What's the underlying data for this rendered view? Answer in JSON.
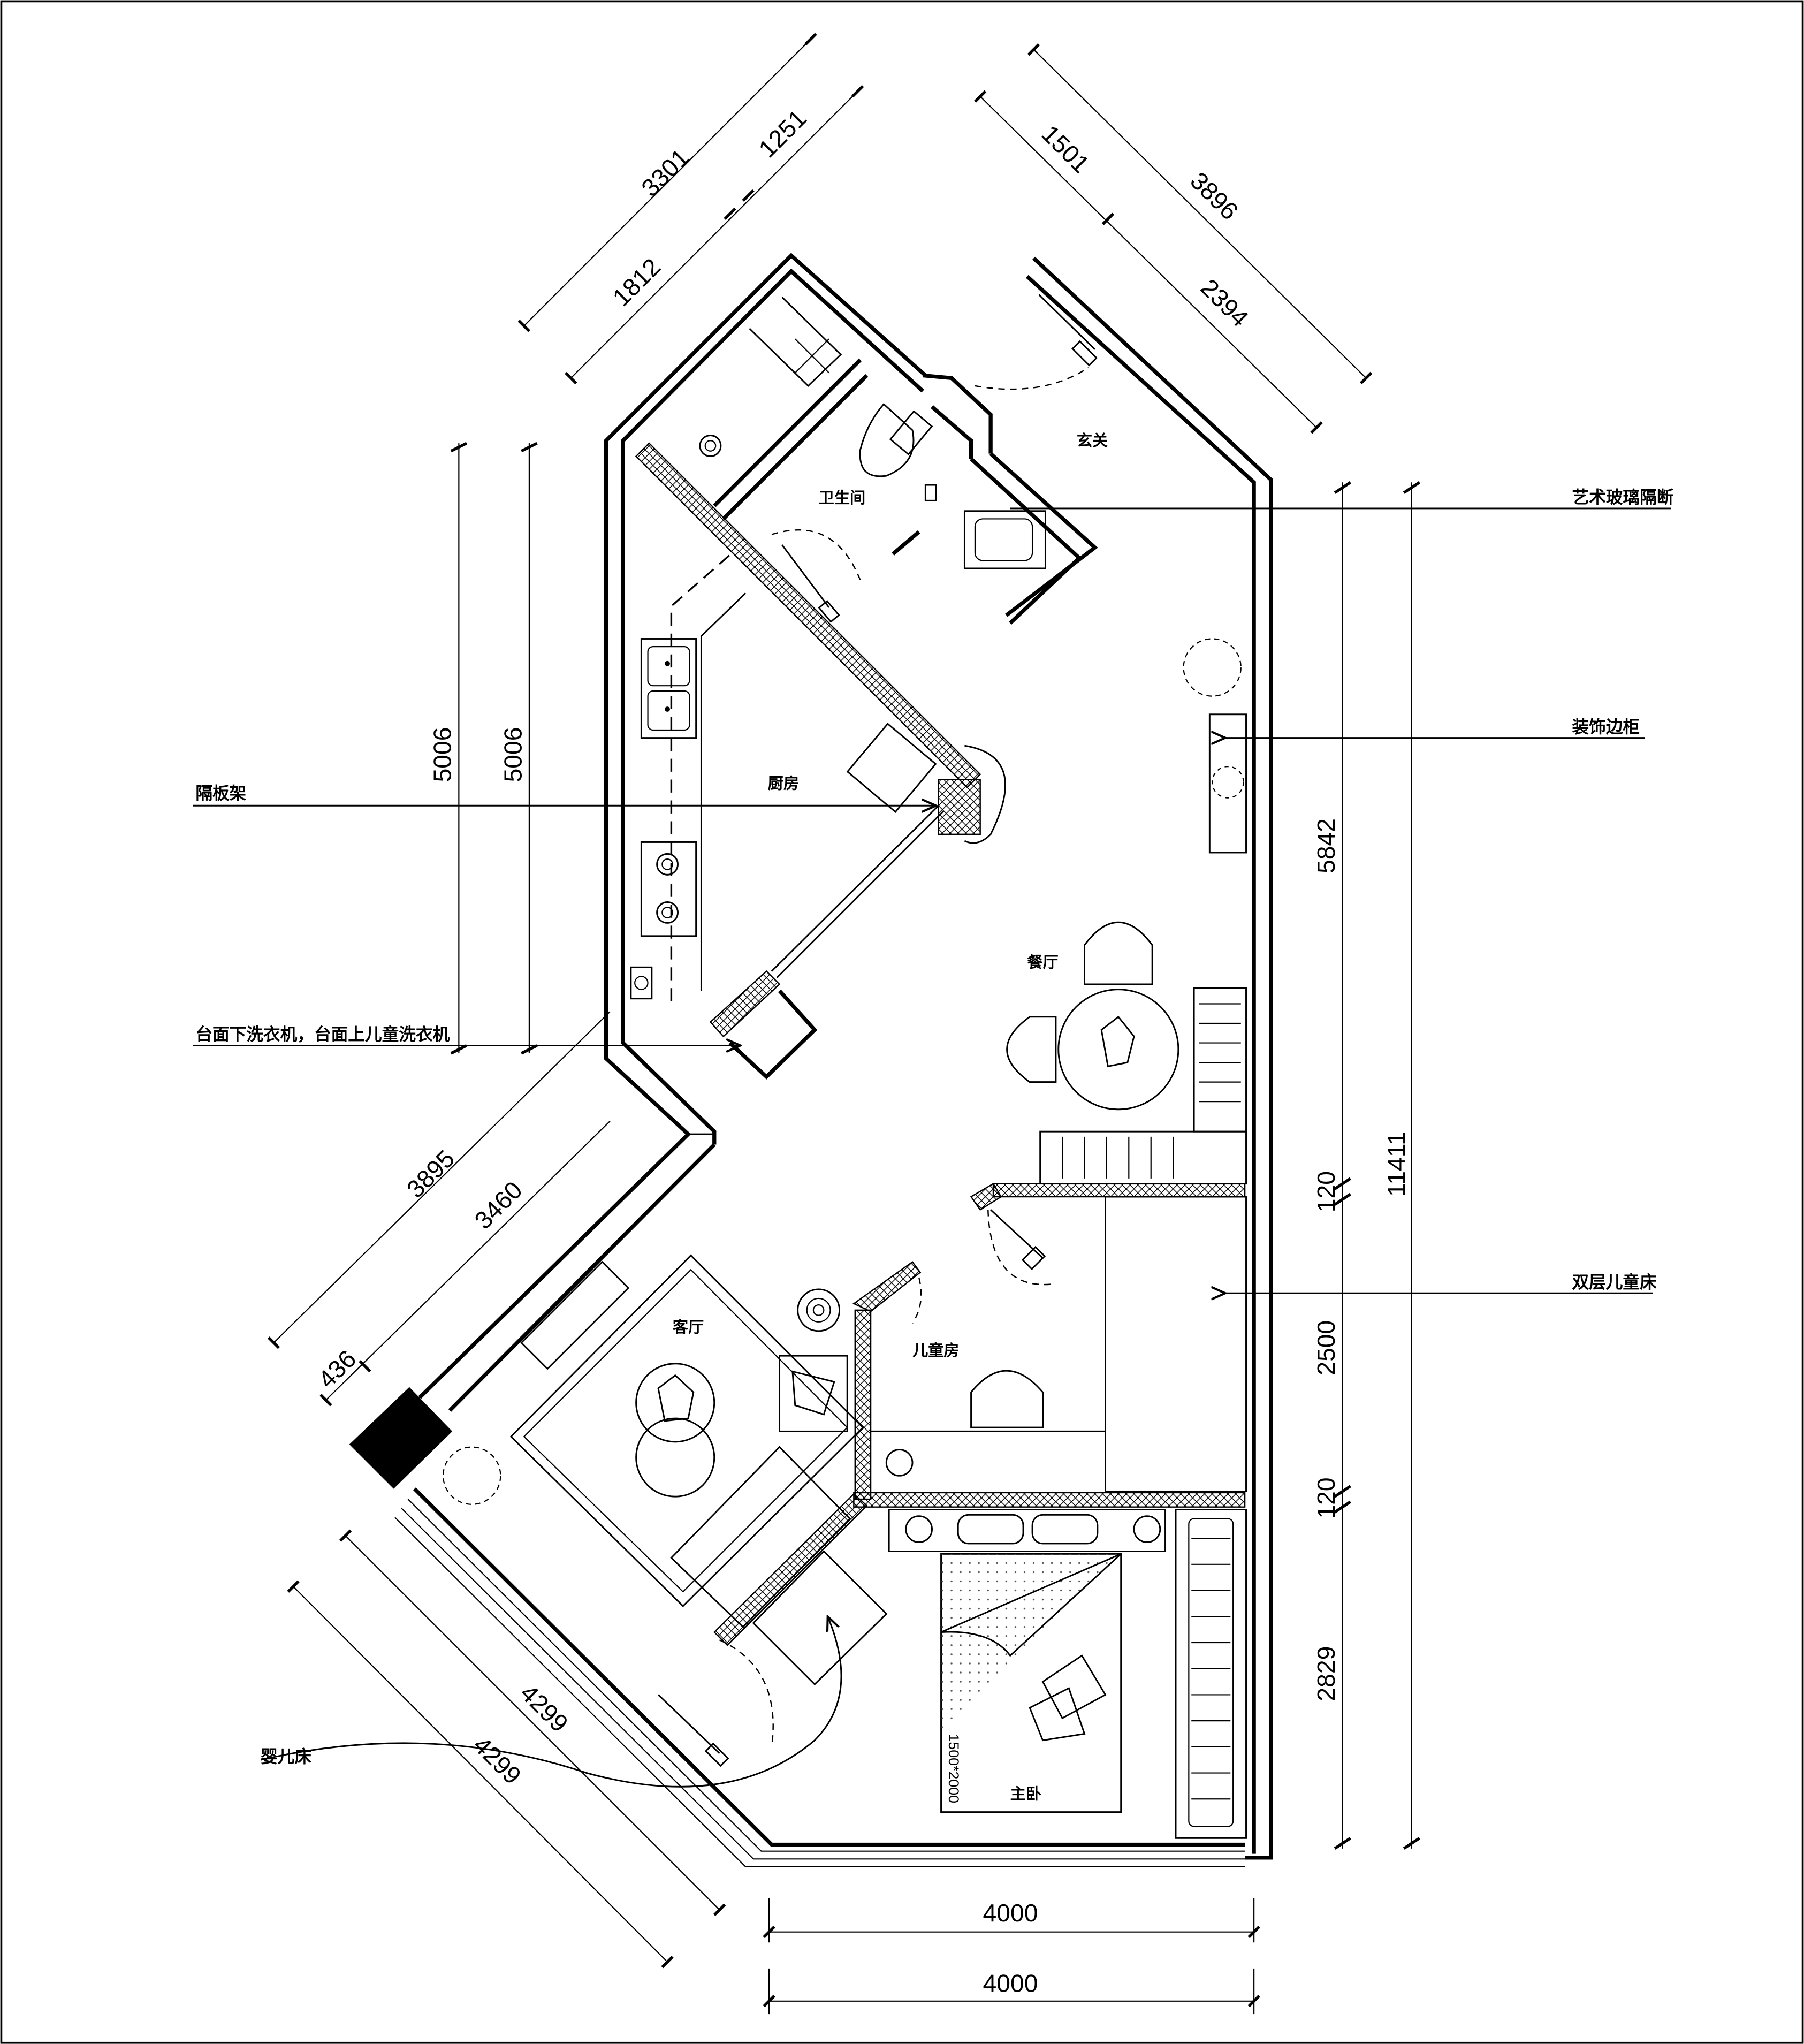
{
  "rooms": {
    "entry": "玄关",
    "bathroom": "卫生间",
    "kitchen": "厨房",
    "dining": "餐厅",
    "living": "客厅",
    "kids_room": "儿童房",
    "master_bedroom": "主卧"
  },
  "annotations": {
    "glass_partition": "艺术玻璃隔断",
    "sideboard": "装饰边柜",
    "shelf": "隔板架",
    "washer": "台面下洗衣机，台面上儿童洗衣机",
    "bunk_bed": "双层儿童床",
    "crib": "婴儿床"
  },
  "bed_size": "1500*2000",
  "dimensions": {
    "top_left_outer": "3301",
    "top_left_a": "1812",
    "top_left_b": "1251",
    "top_right_outer": "3896",
    "top_right_a": "1501",
    "top_right_b": "2394",
    "left_outer": "5006",
    "left_inner": "5006",
    "right_a": "5842",
    "right_b": "120",
    "right_c": "2500",
    "right_d": "120",
    "right_e": "2829",
    "right_total": "11411",
    "sw_outer": "3895",
    "sw_inner": "3460",
    "sw_small": "436",
    "bottom_diag_a": "4299",
    "bottom_diag_b": "4299",
    "bottom_a": "4000",
    "bottom_b": "4000"
  }
}
